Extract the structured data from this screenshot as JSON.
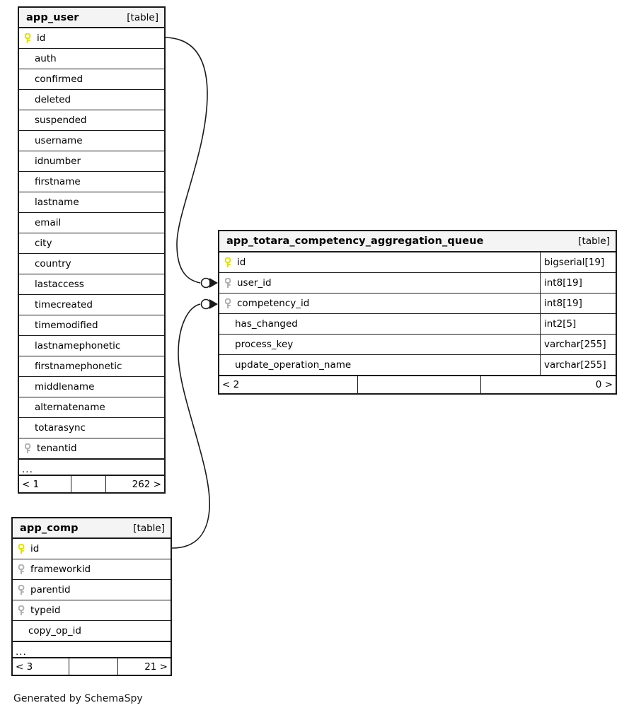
{
  "diagram": {
    "kind": "database-entity-relationship-diagram",
    "caption": "Generated by SchemaSpy",
    "table_tag": "[table]",
    "ellipsis": "...",
    "colors": {
      "primary_key_icon": "#e8e800",
      "foreign_key_icon": "#b0b0b0",
      "border": "#1a1a1a",
      "header_background": "#f4f4f4",
      "page_background": "#ffffff"
    }
  },
  "tables": [
    {
      "id": "app_user",
      "name": "app_user",
      "tag": "[table]",
      "columns": [
        {
          "name": "id",
          "key": "primary"
        },
        {
          "name": "auth",
          "key": "none"
        },
        {
          "name": "confirmed",
          "key": "none"
        },
        {
          "name": "deleted",
          "key": "none"
        },
        {
          "name": "suspended",
          "key": "none"
        },
        {
          "name": "username",
          "key": "none"
        },
        {
          "name": "idnumber",
          "key": "none"
        },
        {
          "name": "firstname",
          "key": "none"
        },
        {
          "name": "lastname",
          "key": "none"
        },
        {
          "name": "email",
          "key": "none"
        },
        {
          "name": "city",
          "key": "none"
        },
        {
          "name": "country",
          "key": "none"
        },
        {
          "name": "lastaccess",
          "key": "none"
        },
        {
          "name": "timecreated",
          "key": "none"
        },
        {
          "name": "timemodified",
          "key": "none"
        },
        {
          "name": "lastnamephonetic",
          "key": "none"
        },
        {
          "name": "firstnamephonetic",
          "key": "none"
        },
        {
          "name": "middlename",
          "key": "none"
        },
        {
          "name": "alternatename",
          "key": "none"
        },
        {
          "name": "totarasync",
          "key": "none"
        },
        {
          "name": "tenantid",
          "key": "foreign"
        }
      ],
      "more_indicator": "...",
      "footer": {
        "left": "< 1",
        "middle": "",
        "right": "262 >"
      }
    },
    {
      "id": "app_comp",
      "name": "app_comp",
      "tag": "[table]",
      "columns": [
        {
          "name": "id",
          "key": "primary"
        },
        {
          "name": "frameworkid",
          "key": "foreign"
        },
        {
          "name": "parentid",
          "key": "foreign"
        },
        {
          "name": "typeid",
          "key": "foreign"
        },
        {
          "name": "copy_op_id",
          "key": "none"
        }
      ],
      "more_indicator": "...",
      "footer": {
        "left": "< 3",
        "middle": "",
        "right": "21 >"
      }
    },
    {
      "id": "app_totara_competency_aggregation_queue",
      "name": "app_totara_competency_aggregation_queue",
      "tag": "[table]",
      "columns": [
        {
          "name": "id",
          "key": "primary",
          "type": "bigserial[19]"
        },
        {
          "name": "user_id",
          "key": "foreign",
          "type": "int8[19]"
        },
        {
          "name": "competency_id",
          "key": "foreign",
          "type": "int8[19]"
        },
        {
          "name": "has_changed",
          "key": "none",
          "type": "int2[5]"
        },
        {
          "name": "process_key",
          "key": "none",
          "type": "varchar[255]"
        },
        {
          "name": "update_operation_name",
          "key": "none",
          "type": "varchar[255]"
        }
      ],
      "footer": {
        "left": "< 2",
        "middle": "",
        "right": "0 >"
      }
    }
  ],
  "relationships": [
    {
      "id": "rel-user",
      "from_table": "app_user",
      "from_column": "id",
      "to_table": "app_totara_competency_aggregation_queue",
      "to_column": "user_id",
      "end_marker": "crow-foot-circle"
    },
    {
      "id": "rel-comp",
      "from_table": "app_comp",
      "from_column": "id",
      "to_table": "app_totara_competency_aggregation_queue",
      "to_column": "competency_id",
      "end_marker": "crow-foot-circle"
    }
  ]
}
